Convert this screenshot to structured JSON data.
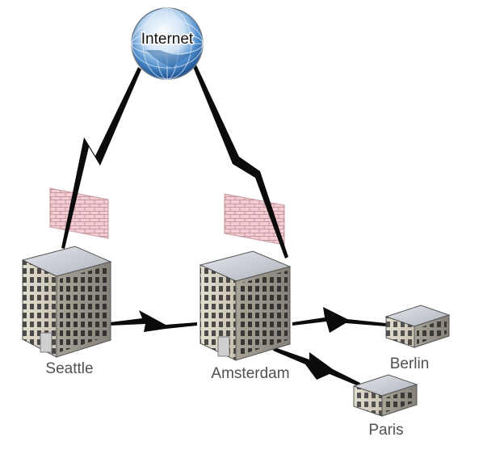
{
  "nodes": {
    "internet": {
      "label": "Internet"
    },
    "seattle": {
      "label": "Seattle"
    },
    "amsterdam": {
      "label": "Amsterdam"
    },
    "berlin": {
      "label": "Berlin"
    },
    "paris": {
      "label": "Paris"
    }
  },
  "links": [
    {
      "from": "seattle",
      "to": "internet",
      "type": "wan"
    },
    {
      "from": "amsterdam",
      "to": "internet",
      "type": "wan"
    },
    {
      "from": "seattle",
      "to": "amsterdam",
      "type": "wan"
    },
    {
      "from": "amsterdam",
      "to": "berlin",
      "type": "wan"
    },
    {
      "from": "amsterdam",
      "to": "paris",
      "type": "wan"
    }
  ],
  "firewalls": [
    {
      "site": "seattle",
      "icon": "firewall-icon"
    },
    {
      "site": "amsterdam",
      "icon": "firewall-icon"
    }
  ],
  "colors": {
    "link": "#0b0b0b",
    "firewall": "#f2c7cf",
    "roof": "#c7ccd3",
    "wall_light": "#d9d3c6",
    "wall_dark": "#9b968b",
    "globe": "#3f83c8"
  }
}
